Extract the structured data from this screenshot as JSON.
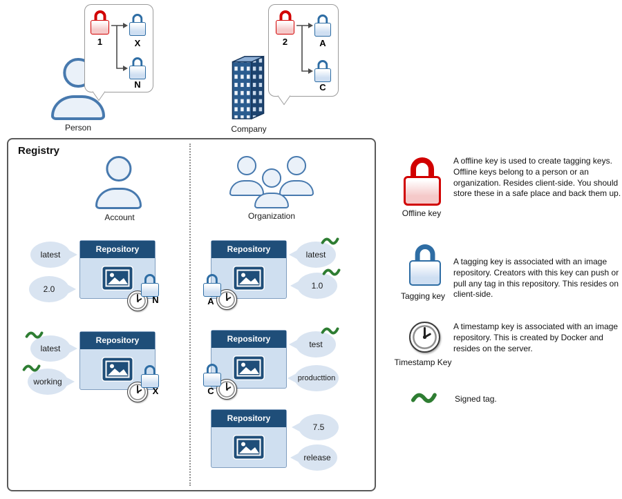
{
  "top": {
    "person": {
      "label": "Person",
      "offline_key": "1",
      "tagging_keys": [
        "X",
        "N"
      ]
    },
    "company": {
      "label": "Company",
      "offline_key": "2",
      "tagging_keys": [
        "A",
        "C"
      ]
    }
  },
  "registry": {
    "title": "Registry",
    "account": {
      "label": "Account",
      "repositories": [
        {
          "title": "Repository",
          "tagging_key": "N",
          "tags": [
            {
              "label": "latest",
              "signed": false
            },
            {
              "label": "2.0",
              "signed": false
            }
          ]
        },
        {
          "title": "Repository",
          "tagging_key": "X",
          "tags": [
            {
              "label": "latest",
              "signed": true
            },
            {
              "label": "working",
              "signed": true
            }
          ]
        }
      ]
    },
    "organization": {
      "label": "Organization",
      "repositories": [
        {
          "title": "Repository",
          "tagging_key": "A",
          "tags": [
            {
              "label": "latest",
              "signed": true
            },
            {
              "label": "1.0",
              "signed": true
            }
          ]
        },
        {
          "title": "Repository",
          "tagging_key": "C",
          "tags": [
            {
              "label": "test",
              "signed": true
            },
            {
              "label": "producttion",
              "signed": false
            }
          ]
        },
        {
          "title": "Repository",
          "tagging_key": "",
          "tags": [
            {
              "label": "7.5",
              "signed": false
            },
            {
              "label": "release",
              "signed": false
            }
          ]
        }
      ]
    }
  },
  "legend": {
    "offline_key": {
      "label": "Offline key",
      "description": "A offline key is used to create tagging keys. Offline keys belong to a person or an organization. Resides client-side. You should store these in a safe place and back them up."
    },
    "tagging_key": {
      "label": "Tagging key",
      "description": "A tagging key is associated with an image repository. Creators with this key can push or pull any tag in this repository. This resides on client-side."
    },
    "timestamp_key": {
      "label": "Timestamp Key",
      "description": "A timestamp key is associated with an image repository. This is created by Docker and resides on the server."
    },
    "signed_tag": {
      "label": "Signed tag."
    }
  },
  "colors": {
    "dark_blue": "#1f4e79",
    "light_blue": "#cfdff0",
    "tag_fill": "#d9e4f1",
    "offline_red": "#d10000",
    "tagging_blue": "#2e6da4",
    "signed_green": "#2e7d32"
  }
}
